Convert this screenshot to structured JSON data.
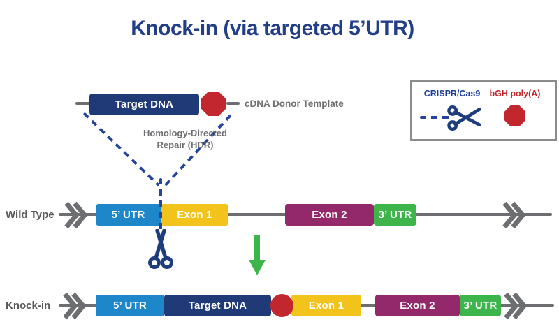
{
  "title": "Knock-in (via targeted 5’UTR)",
  "legend": {
    "crispr_label": "CRISPR/Cas9",
    "polya_label": "bGH poly(A)"
  },
  "donor_template": {
    "box_label": "Target DNA",
    "caption": "cDNA Donor Template",
    "repair_line1": "Homology-Directed",
    "repair_line2": "Repair (HDR)"
  },
  "rows": {
    "wild_type": {
      "label": "Wild Type",
      "segments": {
        "utr5": "5’ UTR",
        "exon1": "Exon 1",
        "exon2": "Exon 2",
        "utr3": "3’ UTR"
      }
    },
    "knock_in": {
      "label": "Knock-in",
      "segments": {
        "utr5": "5’ UTR",
        "target": "Target DNA",
        "exon1": "Exon 1",
        "exon2": "Exon 2",
        "utr3": "3’ UTR"
      }
    }
  },
  "colors": {
    "navy_box": "#1F3A76",
    "title_navy": "#223E87",
    "dash_navy": "#24459A",
    "blue_utr5": "#1E87C9",
    "yellow_exon1": "#F2C31B",
    "purple_exon2": "#93296B",
    "green_utr3": "#3DB54A",
    "green_arrow": "#3DB54A",
    "red_polya": "#C1272D",
    "gray_text": "#58595B",
    "gray_line": "#6D6E71"
  }
}
